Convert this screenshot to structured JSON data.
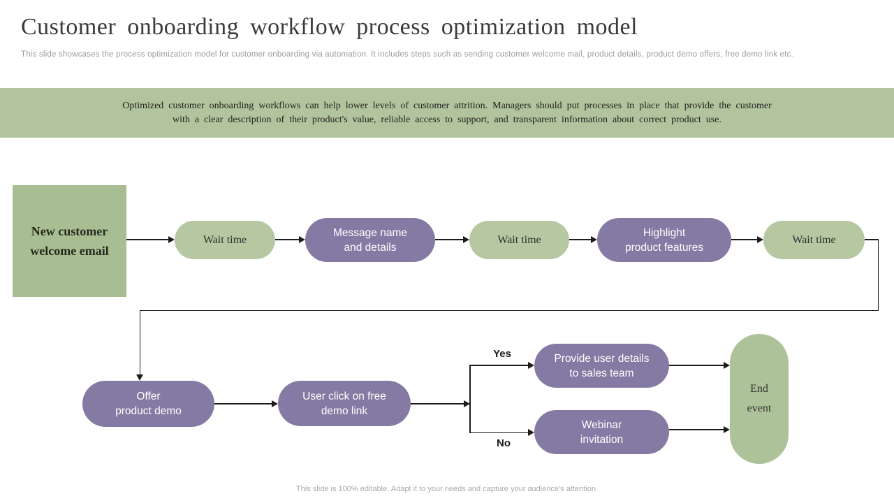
{
  "slide": {
    "title": "Customer onboarding workflow process optimization model",
    "subtitle": "This slide showcases the process optimization model for customer onboarding via automation. It includes steps such as sending customer welcome mail, product details, product demo offers, free demo link etc.",
    "banner": {
      "line1": "Optimized customer onboarding workflows can help lower levels of customer attrition. Managers should put processes in place that provide the customer",
      "line2": "with a clear description of their product's value, reliable access to support, and transparent information about correct product use."
    },
    "footer": "This slide is 100% editable. Adapt it to your needs and capture your audience's attention."
  },
  "flowchart": {
    "nodes": {
      "start": "New customer\nwelcome email",
      "wait": "Wait time",
      "message": "Message name\nand details",
      "highlight": "Highlight\nproduct features",
      "offer": "Offer\nproduct demo",
      "click": "User click on free\ndemo link",
      "provide": "Provide user details\nto sales team",
      "webinar": "Webinar\ninvitation",
      "end": "End\nevent"
    },
    "branch_labels": {
      "yes": "Yes",
      "no": "No"
    },
    "colors": {
      "green_rect": "#a9bd92",
      "green_pill": "#b5c8a1",
      "green_banner": "#b2c49d",
      "green_end": "#adc298",
      "purple": "#847aa3",
      "line": "#1c1c1c"
    }
  }
}
